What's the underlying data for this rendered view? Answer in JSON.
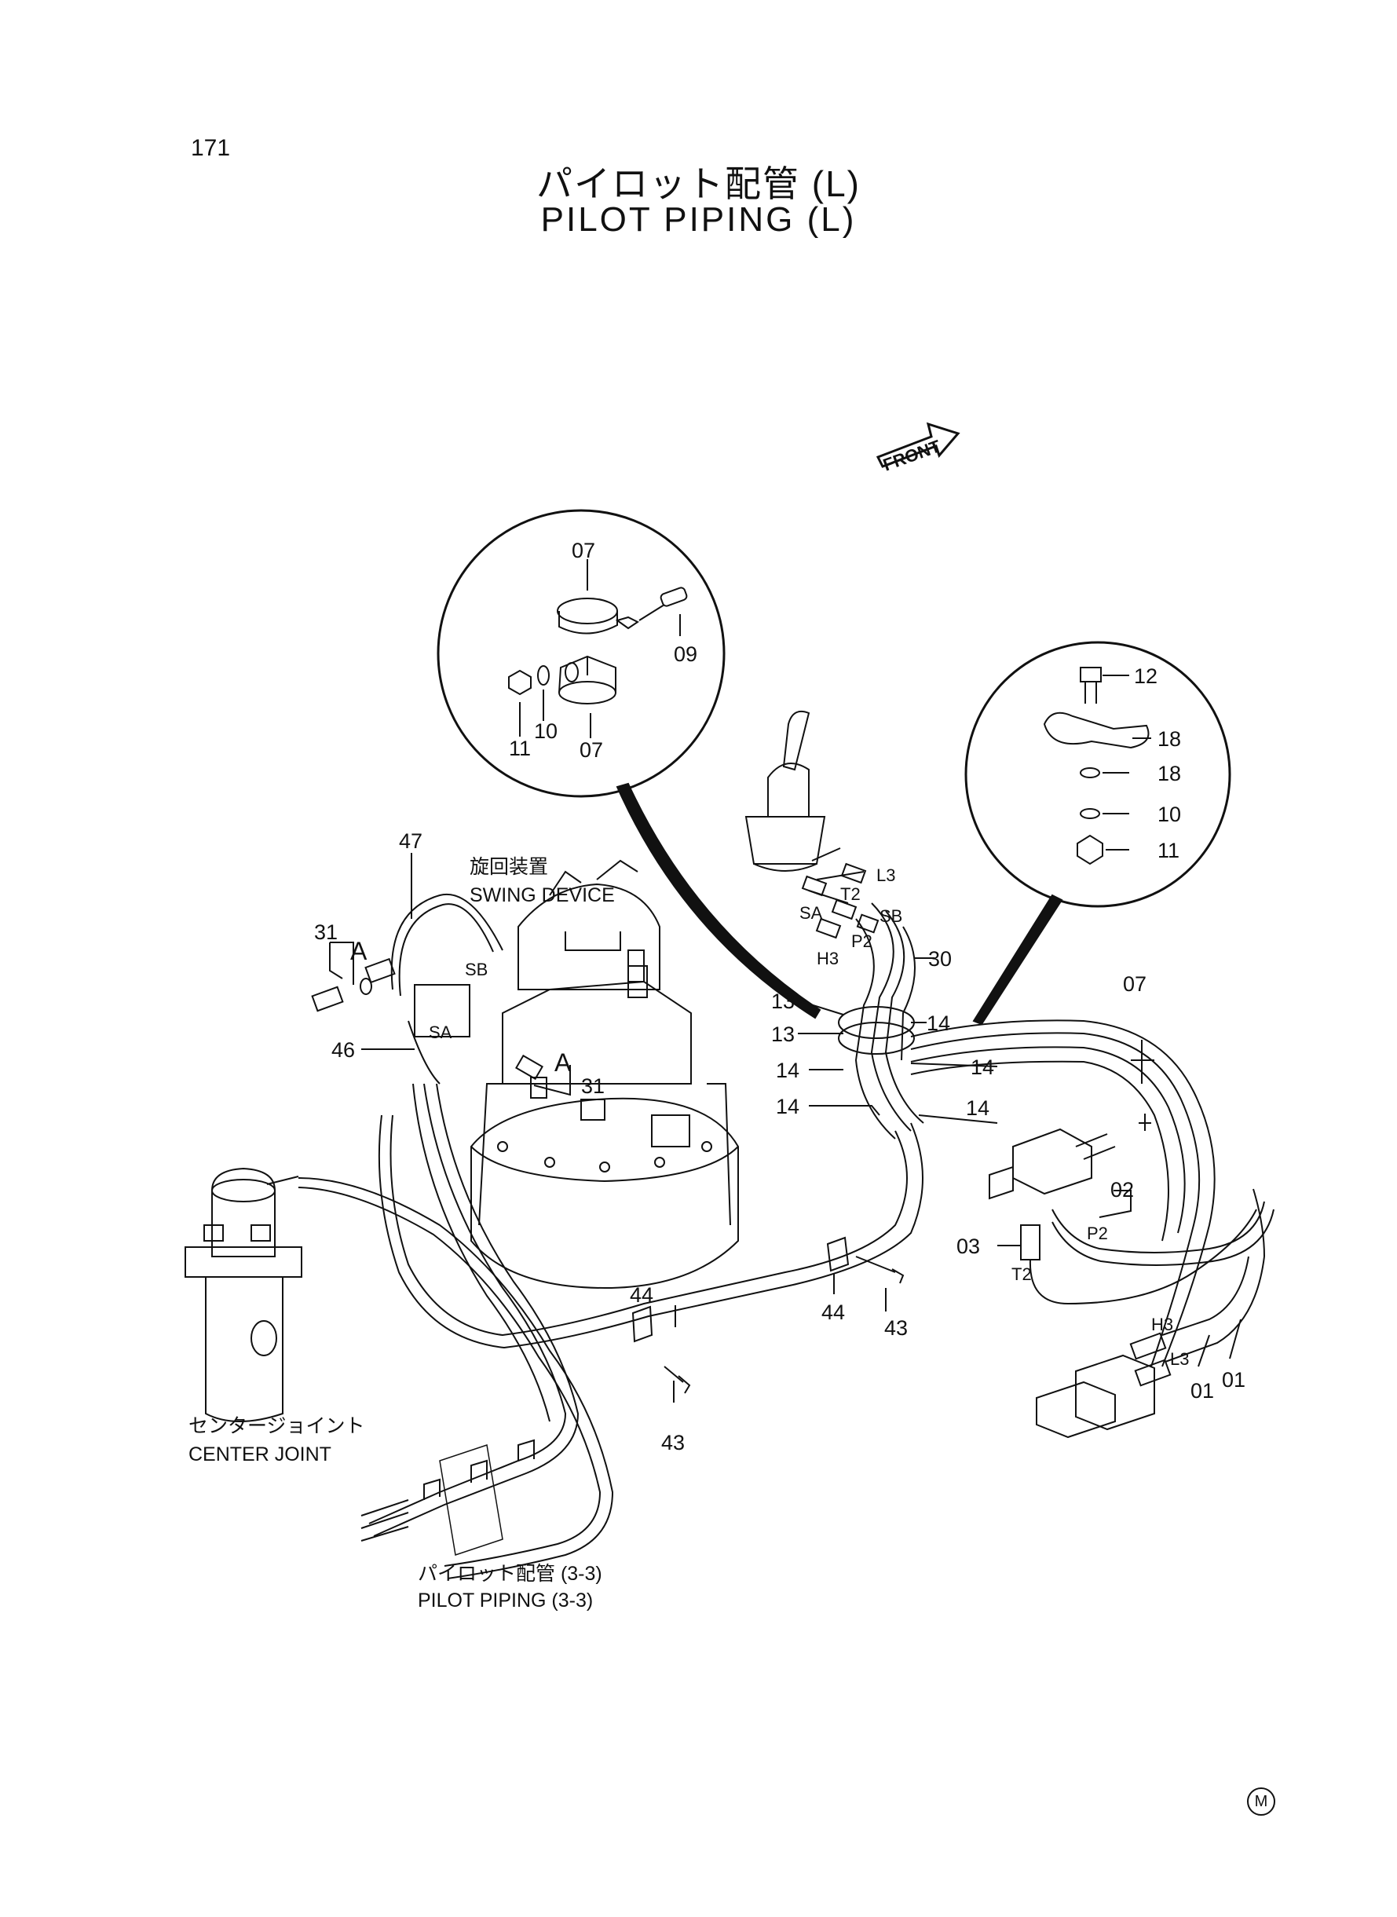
{
  "page_number": "171",
  "title_jp": "パイロット配管 (L)",
  "title_en": "PILOT PIPING (L)",
  "front_label": "FRONT",
  "captions": {
    "swing_device_jp": "旋回装置",
    "swing_device_en": "SWING DEVICE",
    "center_joint_jp": "センタージョイント",
    "center_joint_en": "CENTER JOINT",
    "pilot_piping_jp": "パイロット配管 (3-3)",
    "pilot_piping_en": "PILOT PIPING (3-3)"
  },
  "detail_left_labels": {
    "p07a": "07",
    "p09": "09",
    "p11": "11",
    "p10": "10",
    "p07b": "07"
  },
  "detail_right_labels": {
    "p12": "12",
    "p18a": "18",
    "p18b": "18",
    "p10": "10",
    "p11": "11"
  },
  "callouts": {
    "p47": "47",
    "p31a": "31",
    "p31b": "31",
    "pA1": "A",
    "pA2": "A",
    "p46": "46",
    "pSB": "SB",
    "pSA": "SA",
    "p13a": "13",
    "p13b": "13",
    "p14a": "14",
    "p14b": "14",
    "p14c": "14",
    "p14d": "14",
    "p14e": "14",
    "p30": "30",
    "p07": "07",
    "p02": "02",
    "p03": "03",
    "p44a": "44",
    "p44b": "44",
    "p43a": "43",
    "p43b": "43",
    "p01a": "01",
    "p01b": "01"
  },
  "port_labels": {
    "L3": "L3",
    "T2": "T2",
    "SA": "SA",
    "SB": "SB",
    "P2": "P2",
    "H3": "H3",
    "P2b": "P2",
    "T2b": "T2",
    "H3b": "H3",
    "L3b": "L3"
  },
  "corner_mark": "M"
}
